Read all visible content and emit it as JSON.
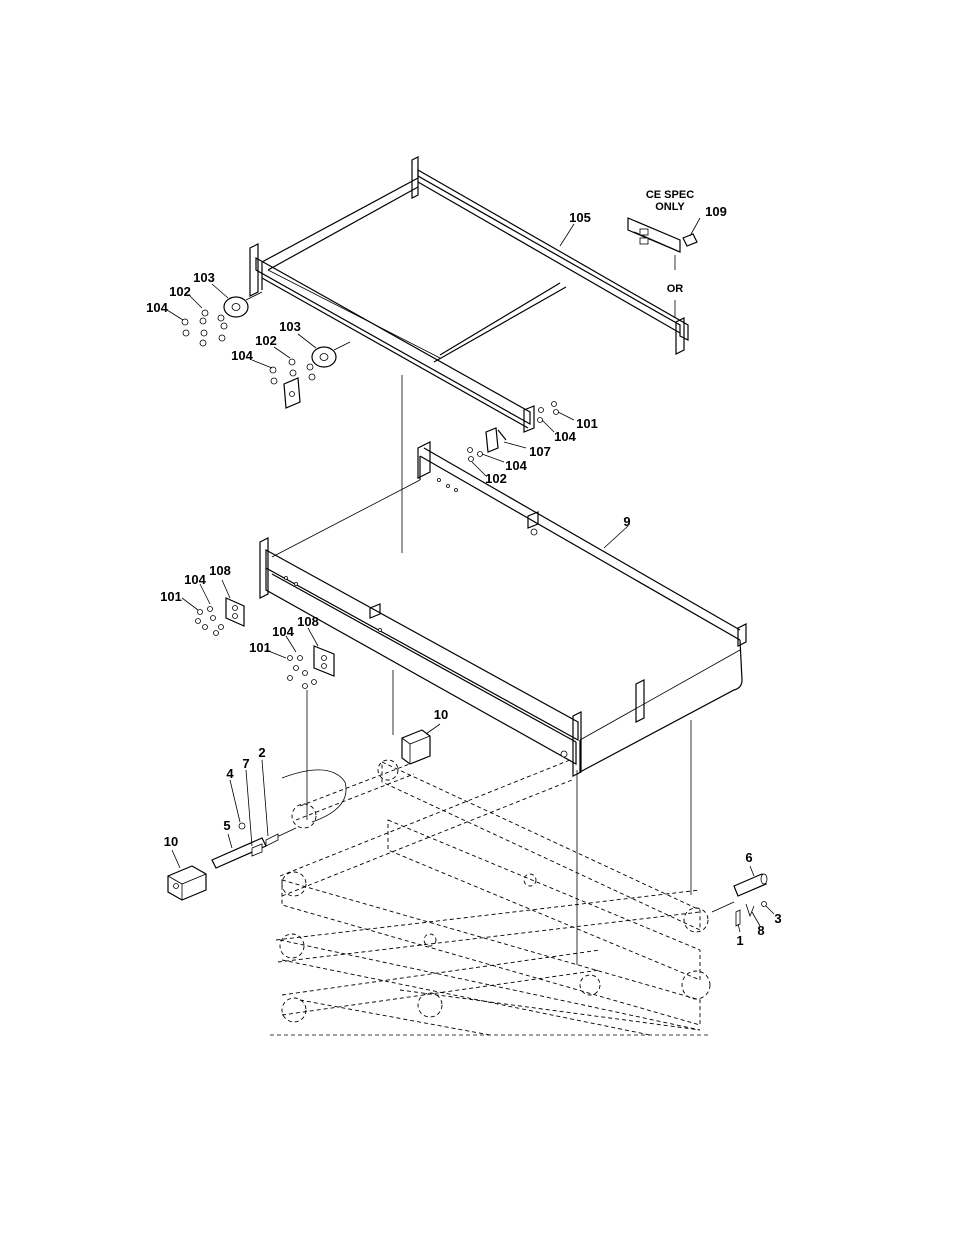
{
  "labels": {
    "l105": "105",
    "l109": "109",
    "lce": "CE SPEC",
    "lonly": "ONLY",
    "lor": "OR",
    "l103a": "103",
    "l102a": "102",
    "l104a": "104",
    "l103b": "103",
    "l102b": "102",
    "l104b": "104",
    "l101a": "101",
    "l104c": "104",
    "l107": "107",
    "l104d": "104",
    "l102c": "102",
    "l9": "9",
    "l108a": "108",
    "l104e": "104",
    "l101b": "101",
    "l104f": "104",
    "l108b": "108",
    "l101c": "101",
    "l10a": "10",
    "l2": "2",
    "l7": "7",
    "l4": "4",
    "l5": "5",
    "l10b": "10",
    "l6": "6",
    "l3": "3",
    "l8": "8",
    "l1": "1"
  }
}
